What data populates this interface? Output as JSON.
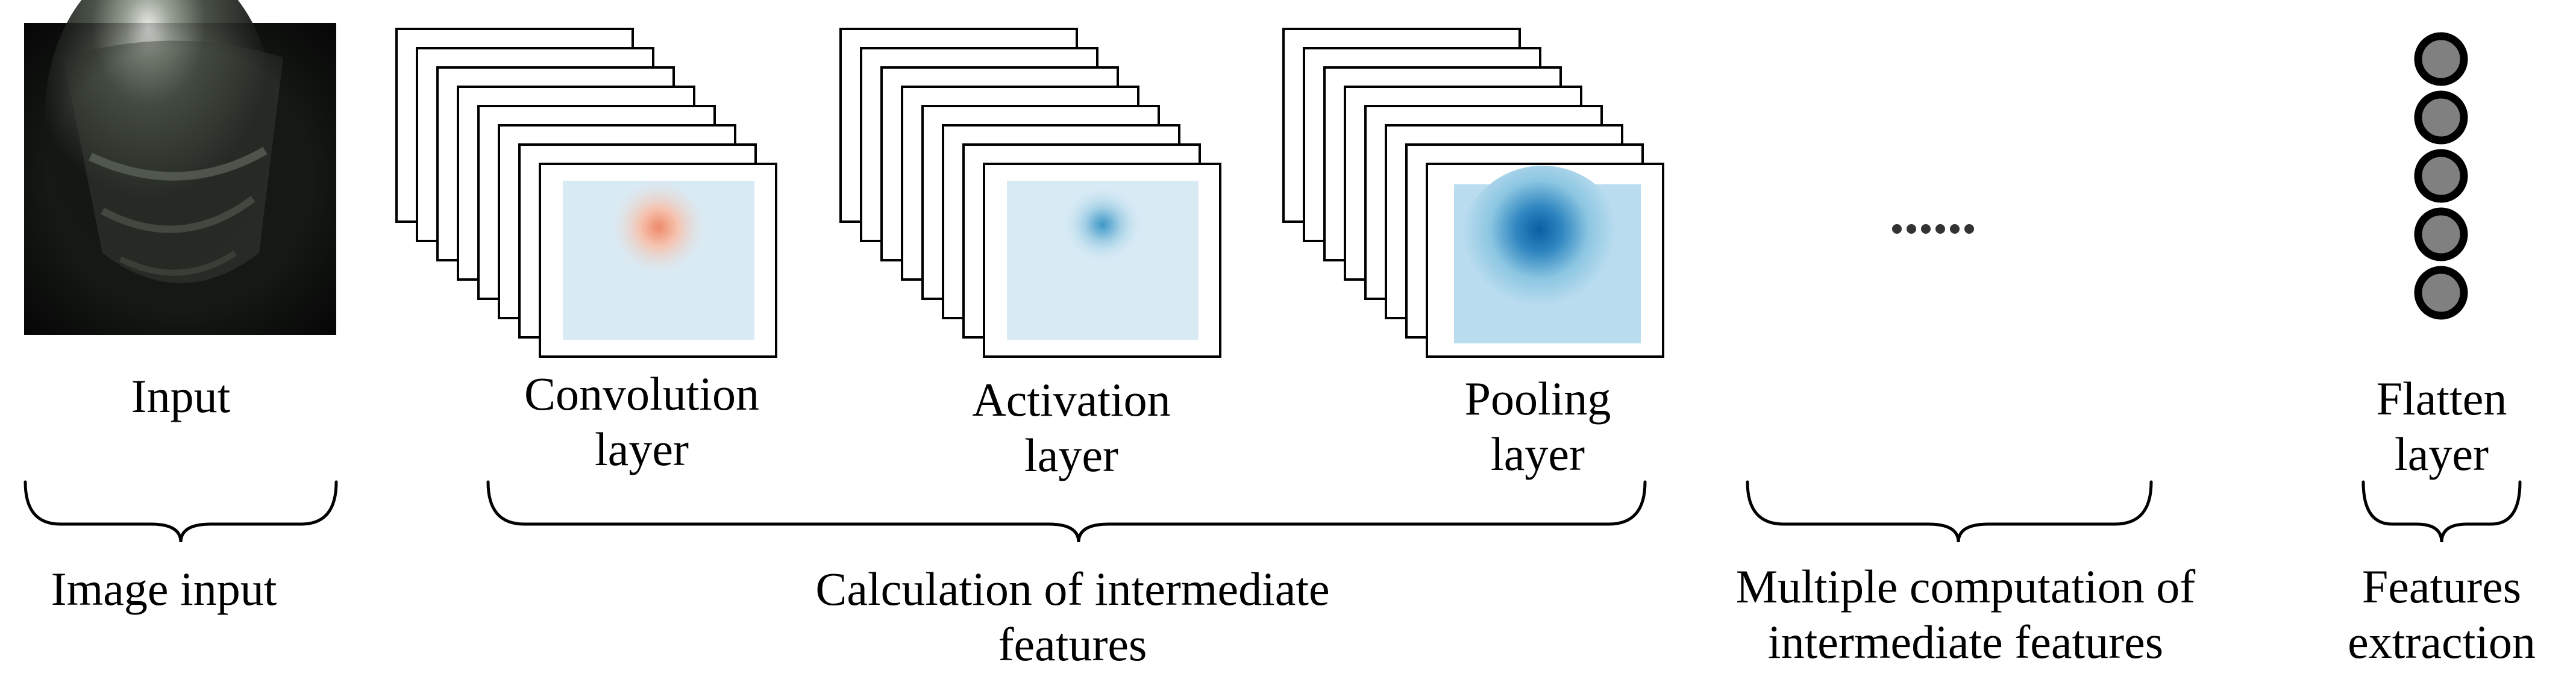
{
  "stages": {
    "input": {
      "label": "Input"
    },
    "convolution": {
      "line1": "Convolution",
      "line2": "layer"
    },
    "activation": {
      "line1": "Activation",
      "line2": "layer"
    },
    "pooling": {
      "line1": "Pooling",
      "line2": "layer"
    },
    "ellipsis": "......",
    "flatten": {
      "line1": "Flatten",
      "line2": "layer"
    }
  },
  "groups": {
    "image_input": {
      "label": "Image input"
    },
    "intermediate": {
      "line1": "Calculation of intermediate",
      "line2": "features"
    },
    "multiple": {
      "line1": "Multiple computation of",
      "line2": "intermediate features"
    },
    "extraction": {
      "line1": "Features",
      "line2": "extraction"
    }
  },
  "colors": {
    "convolution_heatmap": "#f3a78c",
    "activation_heatmap": "#6fb6d6",
    "pooling_heatmap": "#0b64a8",
    "heatmap_background": "#cfe6f2",
    "flatten_node": "#808080"
  },
  "flatten_nodes": 5
}
